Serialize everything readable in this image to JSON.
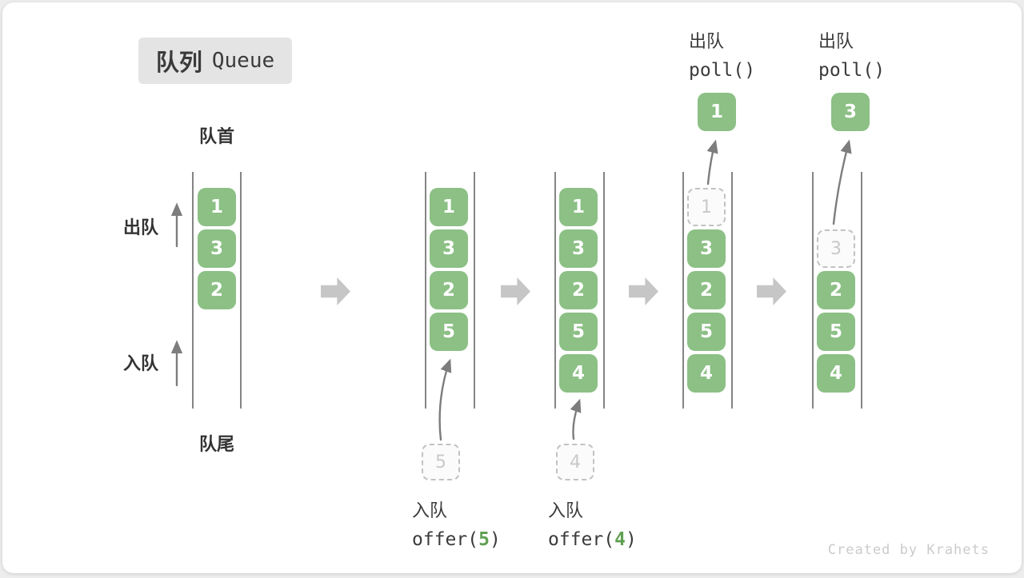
{
  "title": {
    "zh": "队列",
    "en": "Queue"
  },
  "labels": {
    "front": "队首",
    "rear": "队尾",
    "dequeue": "出队",
    "enqueue": "入队"
  },
  "columns": [
    {
      "slots": [
        "1",
        "3",
        "2"
      ]
    },
    {
      "slots": [
        "1",
        "3",
        "2",
        "5"
      ],
      "pending": "5",
      "op": {
        "zh": "入队",
        "fn_open": "offer(",
        "arg": "5",
        "fn_close": ")"
      }
    },
    {
      "slots": [
        "1",
        "3",
        "2",
        "5",
        "4"
      ],
      "pending": "4",
      "op": {
        "zh": "入队",
        "fn_open": "offer(",
        "arg": "4",
        "fn_close": ")"
      }
    },
    {
      "dashed": "1",
      "slots": [
        "3",
        "2",
        "5",
        "4"
      ],
      "removed": "1",
      "op": {
        "zh": "出队",
        "fn": "poll()"
      }
    },
    {
      "dashed": "3",
      "slots": [
        "2",
        "5",
        "4"
      ],
      "removed": "3",
      "op": {
        "zh": "出队",
        "fn": "poll()"
      }
    }
  ],
  "colors": {
    "item_green": "#8cc085",
    "arg_green": "#5fa052",
    "block_arrow_gray": "#c6c6c6",
    "badge_bg": "#e4e4e4",
    "line_gray": "#858585",
    "dashed_border": "#c2c2c2"
  },
  "watermark": "Created by Krahets"
}
